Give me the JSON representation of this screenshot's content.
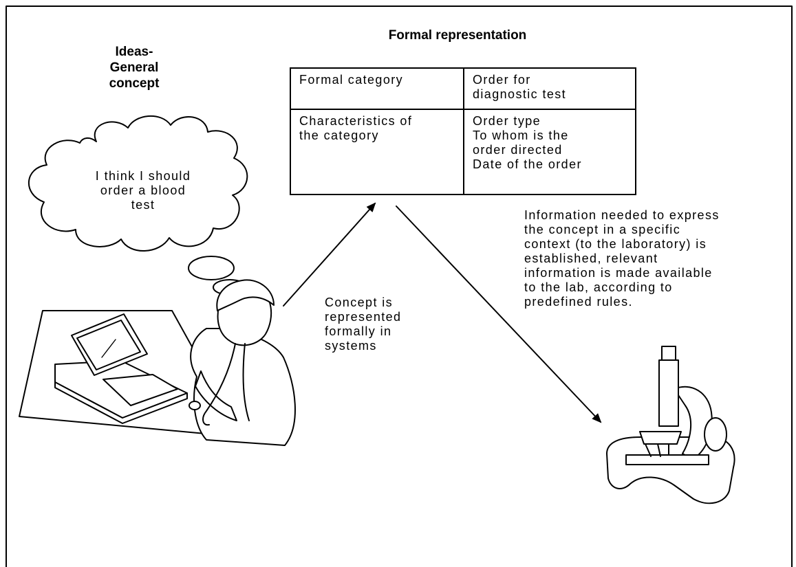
{
  "headings": {
    "ideas": [
      "Ideas-",
      "General",
      "concept"
    ],
    "formal": "Formal representation"
  },
  "thought_bubble": [
    "I think I should",
    "order a blood",
    "test"
  ],
  "table": {
    "rows": [
      {
        "label": [
          "Formal category"
        ],
        "value": [
          "Order for",
          "diagnostic test"
        ]
      },
      {
        "label": [
          "Characteristics of",
          "the category"
        ],
        "value": [
          "Order type",
          "To whom is the",
          "order directed",
          "Date of the order"
        ]
      }
    ]
  },
  "concept_note": [
    "Concept is",
    "represented",
    "formally in",
    "systems"
  ],
  "info_note": [
    "Information needed to express",
    "the concept in a specific",
    "context (to the laboratory) is",
    "established, relevant",
    "information is made available",
    "to the lab, according to",
    "predefined rules."
  ],
  "illustrations": {
    "left": "doctor-at-laptop",
    "right": "microscope"
  },
  "colors": {
    "ink": "#000000",
    "paper": "#ffffff"
  }
}
